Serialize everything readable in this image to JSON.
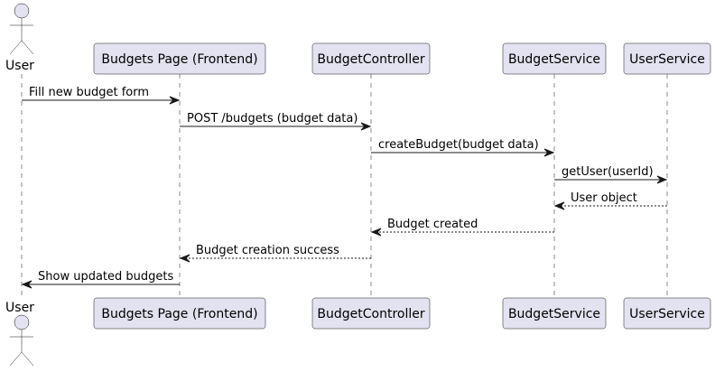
{
  "participants": [
    {
      "id": "user",
      "label": "User",
      "kind": "actor"
    },
    {
      "id": "frontend",
      "label": "Budgets Page (Frontend)",
      "kind": "box"
    },
    {
      "id": "controller",
      "label": "BudgetController",
      "kind": "box"
    },
    {
      "id": "budget_service",
      "label": "BudgetService",
      "kind": "box"
    },
    {
      "id": "user_service",
      "label": "UserService",
      "kind": "box"
    }
  ],
  "messages": [
    {
      "from": "user",
      "to": "frontend",
      "label": "Fill new budget form",
      "style": "solid"
    },
    {
      "from": "frontend",
      "to": "controller",
      "label": "POST /budgets (budget data)",
      "style": "solid"
    },
    {
      "from": "controller",
      "to": "budget_service",
      "label": "createBudget(budget data)",
      "style": "solid"
    },
    {
      "from": "budget_service",
      "to": "user_service",
      "label": "getUser(userId)",
      "style": "solid"
    },
    {
      "from": "user_service",
      "to": "budget_service",
      "label": "User object",
      "style": "dashed"
    },
    {
      "from": "budget_service",
      "to": "controller",
      "label": "Budget created",
      "style": "dashed"
    },
    {
      "from": "controller",
      "to": "frontend",
      "label": "Budget creation success",
      "style": "dashed"
    },
    {
      "from": "frontend",
      "to": "user",
      "label": "Show updated budgets",
      "style": "solid"
    }
  ],
  "colors": {
    "participant_fill": "#E2E2F0",
    "stroke": "#181818",
    "text": "#000000",
    "background": "#FFFFFF"
  }
}
